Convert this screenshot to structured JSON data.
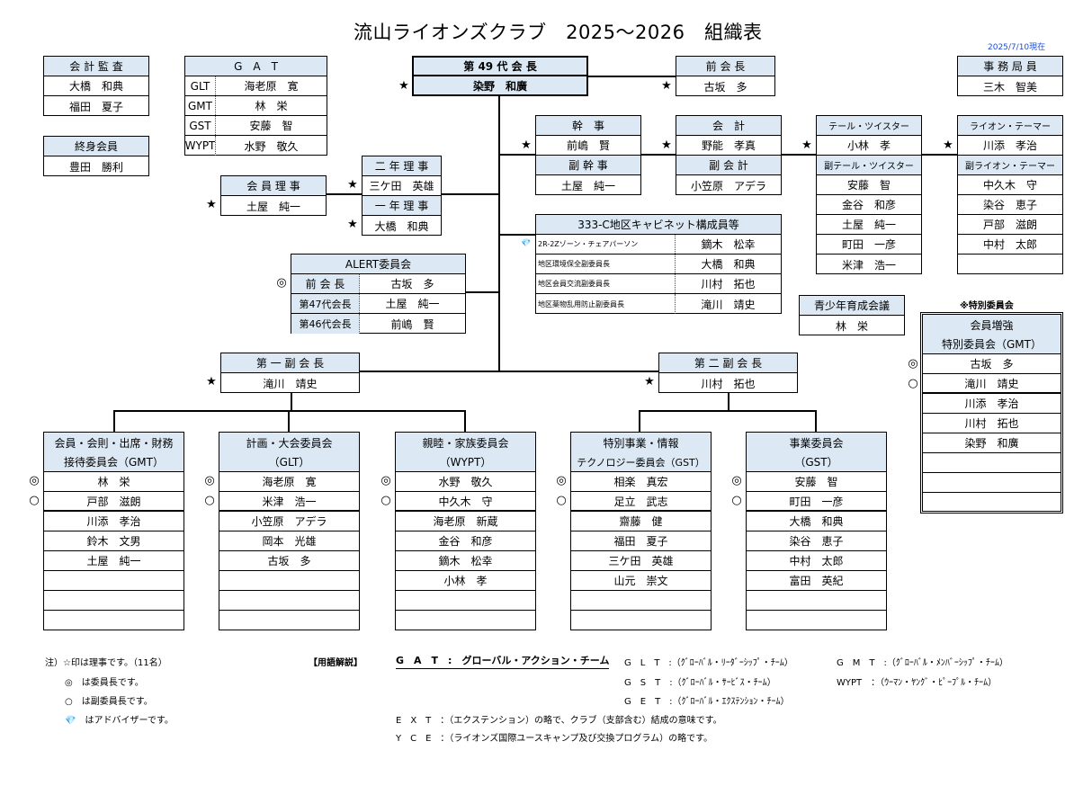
{
  "title": "流山ライオンズクラブ　2025～2026　組織表",
  "date": "2025/7/10現在",
  "marks": {
    "star": "★",
    "double_circle": "◎",
    "circle": "○",
    "diamond": "💎"
  },
  "audit": {
    "header": "会 計 監 査",
    "members": [
      "大橋　和典",
      "福田　夏子"
    ]
  },
  "lifetime": {
    "header": "終身会員",
    "members": [
      "豊田　勝利"
    ]
  },
  "gat": {
    "header": "G　A　T",
    "rows": [
      {
        "label": "GLT",
        "name": "海老原　寛"
      },
      {
        "label": "GMT",
        "name": "林　栄"
      },
      {
        "label": "GST",
        "name": "安藤　智"
      },
      {
        "label": "WYPT",
        "name": "水野　敬久"
      }
    ]
  },
  "president": {
    "header": "第 49 代 会 長",
    "name": "染野　和廣"
  },
  "past_president": {
    "header": "前 会 長",
    "name": "古坂　多"
  },
  "secretariat": {
    "header": "事 務 局 員",
    "name": "三木　智美"
  },
  "secretary": {
    "header": "幹　事",
    "name": "前嶋　賢",
    "sub_header": "副 幹 事",
    "sub_name": "土屋　純一"
  },
  "treasurer": {
    "header": "会　計",
    "name": "野能　孝真",
    "sub_header": "副 会 計",
    "sub_name": "小笠原　アデラ"
  },
  "tamer": {
    "header": "テール・ツイスター",
    "name": "小林　孝",
    "sub_header": "副テール・ツイスター",
    "sub_members": [
      "安藤　智",
      "金谷　和彦",
      "土屋　純一",
      "町田　一彦",
      "米津　浩一"
    ]
  },
  "lion_tamer": {
    "header": "ライオン・テーマー",
    "name": "川添　孝治",
    "sub_header": "副ライオン・テーマー",
    "sub_members": [
      "中久木　守",
      "染谷　恵子",
      "戸部　滋朗",
      "中村　太郎",
      ""
    ]
  },
  "second_year": {
    "header": "二 年 理 事",
    "name": "三ケ田　英雄"
  },
  "first_year": {
    "header": "一 年 理 事",
    "name": "大橋　和典"
  },
  "membership_director": {
    "header": "会 員 理 事",
    "name": "土屋　純一"
  },
  "cabinet": {
    "header": "333-C地区キャビネット構成員等",
    "rows": [
      {
        "label": "2R-2Zゾーン・チェアパーソン",
        "name": "鏑木　松幸"
      },
      {
        "label": "地区環境保全副委員長",
        "name": "大橋　和典"
      },
      {
        "label": "地区会員交流副委員長",
        "name": "川村　拓也"
      },
      {
        "label": "地区薬物乱用防止副委員長",
        "name": "滝川　靖史"
      }
    ]
  },
  "alert": {
    "header": "ALERT委員会",
    "rows": [
      {
        "label": "前 会 長",
        "name": "古坂　多"
      },
      {
        "label": "第47代会長",
        "name": "土屋　純一"
      },
      {
        "label": "第46代会長",
        "name": "前嶋　賢"
      }
    ]
  },
  "youth": {
    "header": "青少年育成会議",
    "name": "林　栄"
  },
  "special_label": "※特別委員会",
  "special": {
    "header1": "会員増強",
    "header2": "特別委員会（GMT）",
    "members": [
      "古坂　多",
      "滝川　靖史",
      "川添　孝治",
      "川村　拓也",
      "染野　和廣",
      "",
      "",
      ""
    ]
  },
  "vp1": {
    "header": "第 一 副 会 長",
    "name": "滝川　靖史"
  },
  "vp2": {
    "header": "第 二 副 会 長",
    "name": "川村　拓也"
  },
  "committees": [
    {
      "header1": "会員・会則・出席・財務",
      "header2": "接待委員会（GMT）",
      "members": [
        "林　栄",
        "戸部　滋朗",
        "川添　孝治",
        "鈴木　文男",
        "土屋　純一",
        "",
        "",
        ""
      ]
    },
    {
      "header1": "計画・大会委員会",
      "header2": "（GLT）",
      "members": [
        "海老原　寛",
        "米津　浩一",
        "小笠原　アデラ",
        "岡本　光雄",
        "古坂　多",
        "",
        "",
        ""
      ]
    },
    {
      "header1": "親睦・家族委員会",
      "header2": "（WYPT）",
      "members": [
        "水野　敬久",
        "中久木　守",
        "海老原　新蔵",
        "金谷　和彦",
        "鏑木　松幸",
        "小林　孝",
        "",
        ""
      ]
    },
    {
      "header1": "特別事業・情報",
      "header2": "テクノロジー委員会（GST）",
      "members": [
        "相楽　真宏",
        "足立　武志",
        "齋藤　健",
        "福田　夏子",
        "三ケ田　英雄",
        "山元　崇文",
        "",
        ""
      ]
    },
    {
      "header1": "事業委員会",
      "header2": "（GST）",
      "members": [
        "安藤　智",
        "町田　一彦",
        "大橋　和典",
        "染谷　恵子",
        "中村　太郎",
        "富田　英紀",
        "",
        ""
      ]
    }
  ],
  "notes": {
    "n1": "注）☆印は理事です。（11名）",
    "n2": "◎　は委員長です。",
    "n3": "○　は副委員長です。",
    "n4": "💎　はアドバイザーです。",
    "glossary_label": "【用語解説】",
    "gat": "G　A　T　:　グローバル・アクション・チーム",
    "glt": "G　L　T　:（ｸﾞﾛｰﾊﾞﾙ・ﾘｰﾀﾞｰｼｯﾌﾟ・ﾁｰﾑ）",
    "gmt": "G　M　T　:（ｸﾞﾛｰﾊﾞﾙ・ﾒﾝﾊﾞｰｼｯﾌﾟ・ﾁｰﾑ）",
    "gst": "G　S　T　:（ｸﾞﾛｰﾊﾞﾙ・ｻｰﾋﾞｽ・ﾁｰﾑ）",
    "wypt": "WYPT　：（ｳｰﾏﾝ・ﾔﾝｸﾞ・ﾋﾟｰﾌﾟﾙ・ﾁｰﾑ）",
    "get": "G　E　T　:（ｸﾞﾛｰﾊﾞﾙ・ｴｸｽﾃﾝｼｮﾝ・ﾁｰﾑ）",
    "ext": "E　X　T　：（エクステンション）の略で、クラブ（支部含む）結成の意味です。",
    "yce": "Y　C　E　：（ライオンズ国際ユースキャンプ及び交換プログラム）の略です。"
  }
}
